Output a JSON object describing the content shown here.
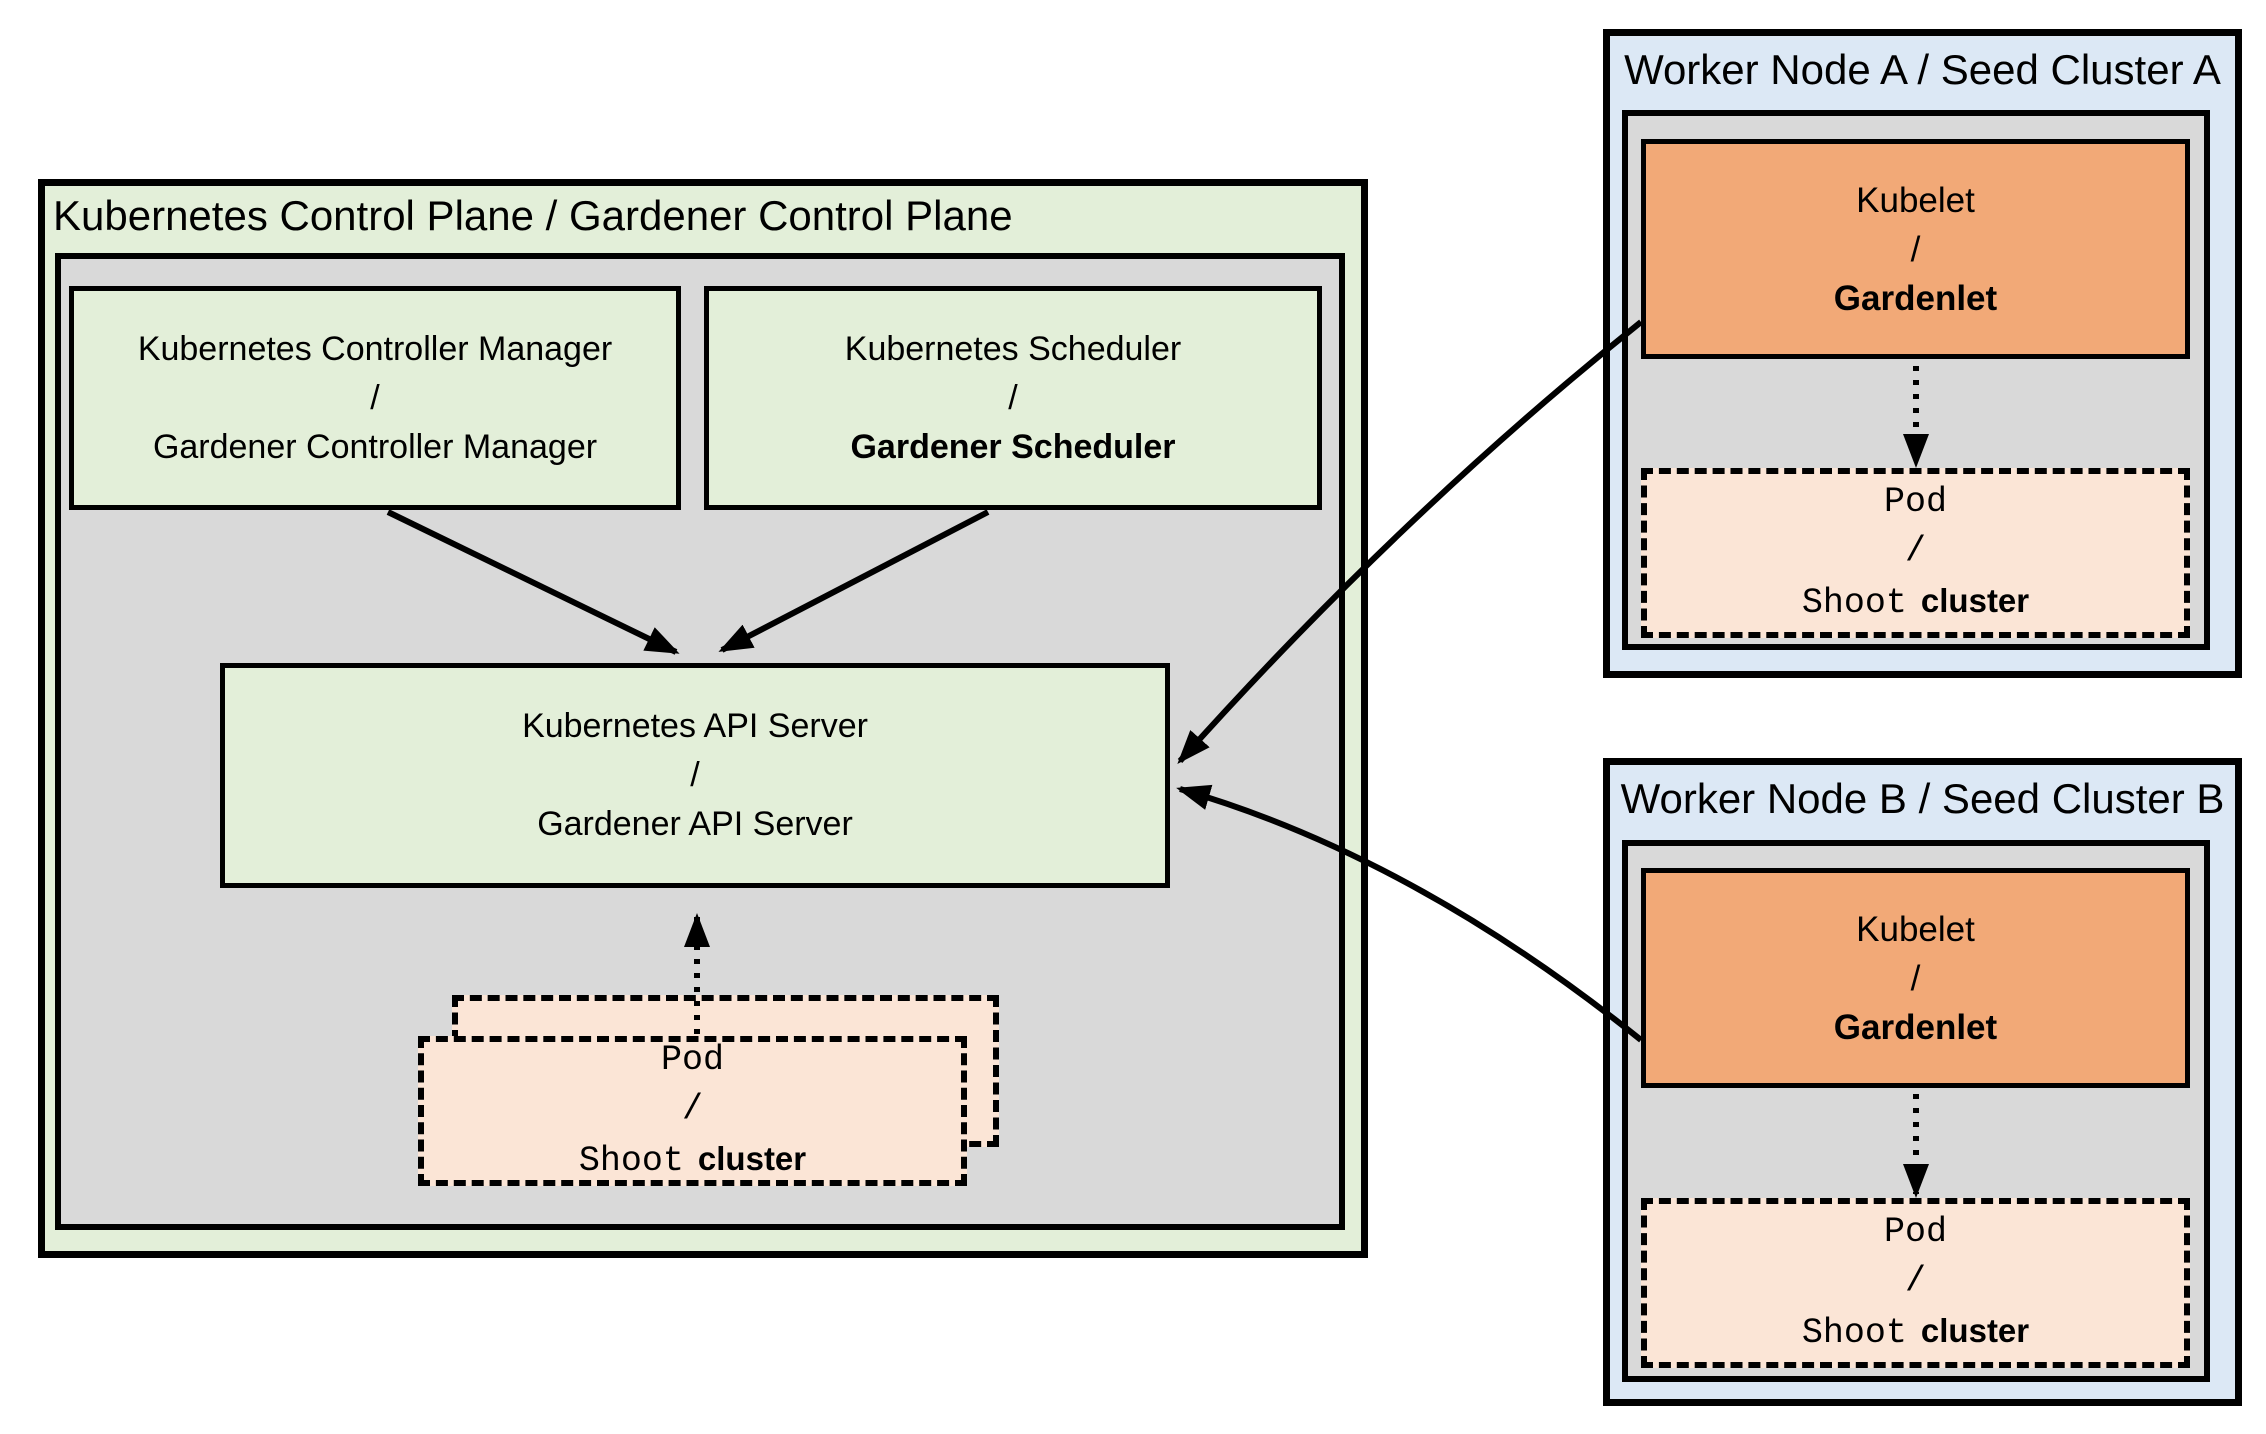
{
  "colors": {
    "green": "#e3efd9",
    "gray": "#d9d9d9",
    "blue": "#dce8f5",
    "orange": "#f2a977",
    "peach": "#fbe5d6",
    "line": "#000000"
  },
  "control_plane": {
    "title": "Kubernetes Control Plane / Gardener Control Plane",
    "controller_manager": {
      "top": "Kubernetes Controller Manager",
      "separator": "/",
      "bottom": "Gardener Controller Manager"
    },
    "scheduler": {
      "top": "Kubernetes Scheduler",
      "separator": "/",
      "bottom": "Gardener Scheduler"
    },
    "api_server": {
      "top": "Kubernetes API Server",
      "separator": "/",
      "bottom": "Gardener API Server"
    },
    "pod_stack": {
      "top": "Pod",
      "separator": "/",
      "bottom_mono": "Shoot",
      "bottom_sans": "cluster"
    }
  },
  "worker_node_a": {
    "title": "Worker Node A / Seed Cluster A",
    "kubelet": {
      "top": "Kubelet",
      "separator": "/",
      "bottom": "Gardenlet"
    },
    "pod": {
      "top": "Pod",
      "separator": "/",
      "bottom_mono": "Shoot",
      "bottom_sans": "cluster"
    }
  },
  "worker_node_b": {
    "title": "Worker Node B / Seed Cluster B",
    "kubelet": {
      "top": "Kubelet",
      "separator": "/",
      "bottom": "Gardenlet"
    },
    "pod": {
      "top": "Pod",
      "separator": "/",
      "bottom_mono": "Shoot",
      "bottom_sans": "cluster"
    }
  },
  "connections": [
    {
      "from": "Kubernetes Controller Manager / Gardener Controller Manager",
      "to": "Kubernetes API Server / Gardener API Server",
      "style": "solid-arrow"
    },
    {
      "from": "Kubernetes Scheduler / Gardener Scheduler",
      "to": "Kubernetes API Server / Gardener API Server",
      "style": "solid-arrow"
    },
    {
      "from": "Pod / Shoot cluster (control plane)",
      "to": "Kubernetes API Server / Gardener API Server",
      "style": "dotted-arrow"
    },
    {
      "from": "Kubelet / Gardenlet (Worker Node A)",
      "to": "Kubernetes API Server / Gardener API Server",
      "style": "solid-arrow"
    },
    {
      "from": "Kubelet / Gardenlet (Worker Node B)",
      "to": "Kubernetes API Server / Gardener API Server",
      "style": "solid-arrow"
    },
    {
      "from": "Kubelet / Gardenlet (Worker Node A)",
      "to": "Pod / Shoot cluster (Worker Node A)",
      "style": "dotted-arrow"
    },
    {
      "from": "Kubelet / Gardenlet (Worker Node B)",
      "to": "Pod / Shoot cluster (Worker Node B)",
      "style": "dotted-arrow"
    }
  ]
}
